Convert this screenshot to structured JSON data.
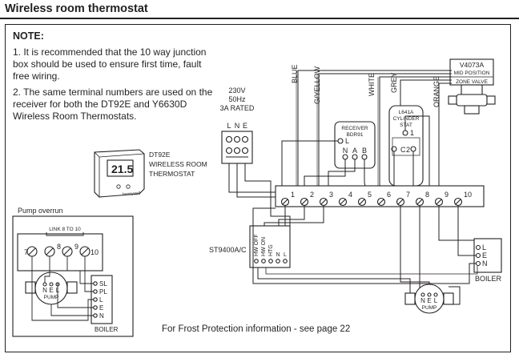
{
  "header": {
    "title": "Wireless room thermostat"
  },
  "note": {
    "title": "NOTE:",
    "items": [
      "1. It is recommended that the 10 way junction box should be used to ensure first time, fault free wiring.",
      "2. The same terminal numbers are used on the receiver for both the DT92E and Y6630D Wireless Room Thermostats."
    ]
  },
  "thermostat": {
    "display": "21.5",
    "brand": "honeywell",
    "label_lines": [
      "DT92E",
      "WIRELESS ROOM",
      "THERMOSTAT"
    ]
  },
  "supply": {
    "lines": [
      "230V",
      "50Hz",
      "3A RATED"
    ],
    "terminals": [
      "L",
      "N",
      "E"
    ]
  },
  "receiver": {
    "lines": [
      "RECEIVER",
      "BDR91"
    ],
    "terminal_l": "L",
    "terminals": [
      "N",
      "A",
      "B"
    ]
  },
  "cylinder_stat": {
    "lines": [
      "L641A",
      "CYLINDER",
      "STAT"
    ],
    "terminal_top": "1",
    "terminals": [
      "C",
      "2"
    ]
  },
  "zone_valve": {
    "lines": [
      "V4073A",
      "MID POSITION",
      "ZONE VALVE"
    ]
  },
  "wire_colors": [
    "BLUE",
    "G/YELLOW",
    "WHITE",
    "GREY",
    "ORANGE"
  ],
  "junction_box": {
    "terminals": [
      "1",
      "2",
      "3",
      "4",
      "5",
      "6",
      "7",
      "8",
      "9",
      "10"
    ]
  },
  "programmer": {
    "model": "ST9400A/C",
    "terminals": [
      "HW OFF",
      "HW ON",
      "HTG",
      "N",
      "L"
    ]
  },
  "boiler": {
    "terminals": [
      "L",
      "E",
      "N"
    ],
    "label": "BOILER"
  },
  "pump": {
    "terminals": [
      "N",
      "E",
      "L"
    ],
    "label": "PUMP"
  },
  "pump_overrun": {
    "title": "Pump overrun",
    "link_label": "LINK 8 TO 10",
    "terminals": [
      "7",
      "8",
      "9",
      "10"
    ],
    "pump_terminals": [
      "N",
      "E",
      "L"
    ],
    "pump_label": "PUMP",
    "boiler_terminals": [
      "SL",
      "PL",
      "L",
      "E",
      "N"
    ],
    "boiler_label": "BOILER"
  },
  "footer": {
    "text": "For Frost Protection information - see page 22"
  }
}
